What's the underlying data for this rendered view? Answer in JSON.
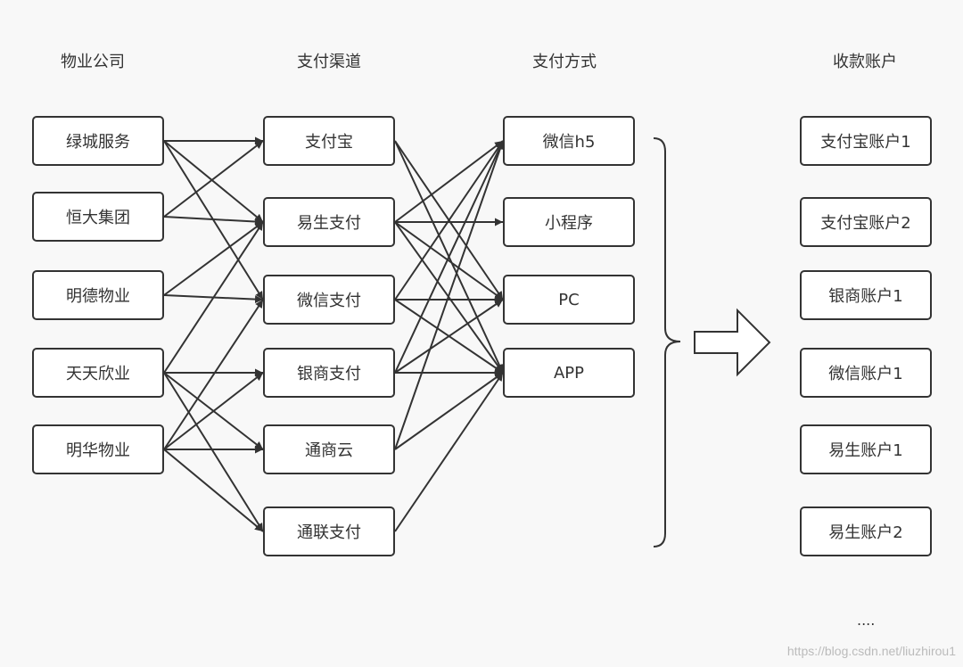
{
  "headers": {
    "companies": "物业公司",
    "channels": "支付渠道",
    "methods": "支付方式",
    "accounts": "收款账户"
  },
  "companies": [
    "绿城服务",
    "恒大集团",
    "明德物业",
    "天天欣业",
    "明华物业"
  ],
  "channels": [
    "支付宝",
    "易生支付",
    "微信支付",
    "银商支付",
    "通商云",
    "通联支付"
  ],
  "methods": [
    "微信h5",
    "小程序",
    "PC",
    "APP"
  ],
  "accounts": [
    "支付宝账户1",
    "支付宝账户2",
    "银商账户1",
    "微信账户1",
    "易生账户1",
    "易生账户2"
  ],
  "more": "....",
  "watermark": "https://blog.csdn.net/liuzhirou1",
  "edges_company_channel": [
    [
      0,
      0
    ],
    [
      0,
      1
    ],
    [
      0,
      2
    ],
    [
      1,
      0
    ],
    [
      1,
      1
    ],
    [
      2,
      1
    ],
    [
      2,
      2
    ],
    [
      3,
      1
    ],
    [
      3,
      3
    ],
    [
      3,
      4
    ],
    [
      3,
      5
    ],
    [
      4,
      2
    ],
    [
      4,
      3
    ],
    [
      4,
      4
    ],
    [
      4,
      5
    ]
  ],
  "edges_channel_method": [
    [
      0,
      2
    ],
    [
      0,
      3
    ],
    [
      1,
      0
    ],
    [
      1,
      1
    ],
    [
      1,
      2
    ],
    [
      1,
      3
    ],
    [
      2,
      0
    ],
    [
      2,
      2
    ],
    [
      2,
      3
    ],
    [
      3,
      0
    ],
    [
      3,
      2
    ],
    [
      3,
      3
    ],
    [
      4,
      0
    ],
    [
      4,
      3
    ],
    [
      5,
      3
    ]
  ],
  "colors": {
    "line": "#333333",
    "box_fill": "#ffffff",
    "background": "#f8f8f8"
  }
}
